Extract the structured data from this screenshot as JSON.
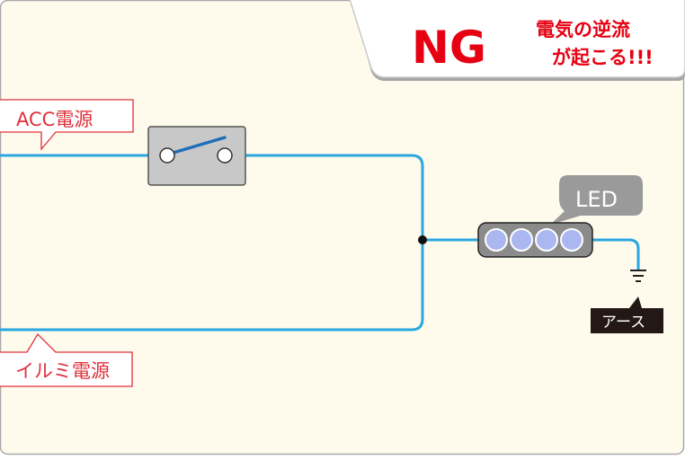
{
  "banner": {
    "ng": "NG",
    "message_line1": "電気の逆流",
    "message_line2": "が起こる!!!"
  },
  "labels": {
    "acc_power": "ACC電源",
    "illumi_power": "イルミ電源",
    "led": "LED",
    "ground": "アース"
  },
  "colors": {
    "background": "#fefbec",
    "wire": "#2aa7e1",
    "ng_red": "#e60012",
    "callout_border": "#e0303a",
    "switch_body": "#c8c8c8",
    "led_bulb": "#aab7f0",
    "led_callout": "#9a9a9a",
    "ground_label_bg": "#231815"
  }
}
